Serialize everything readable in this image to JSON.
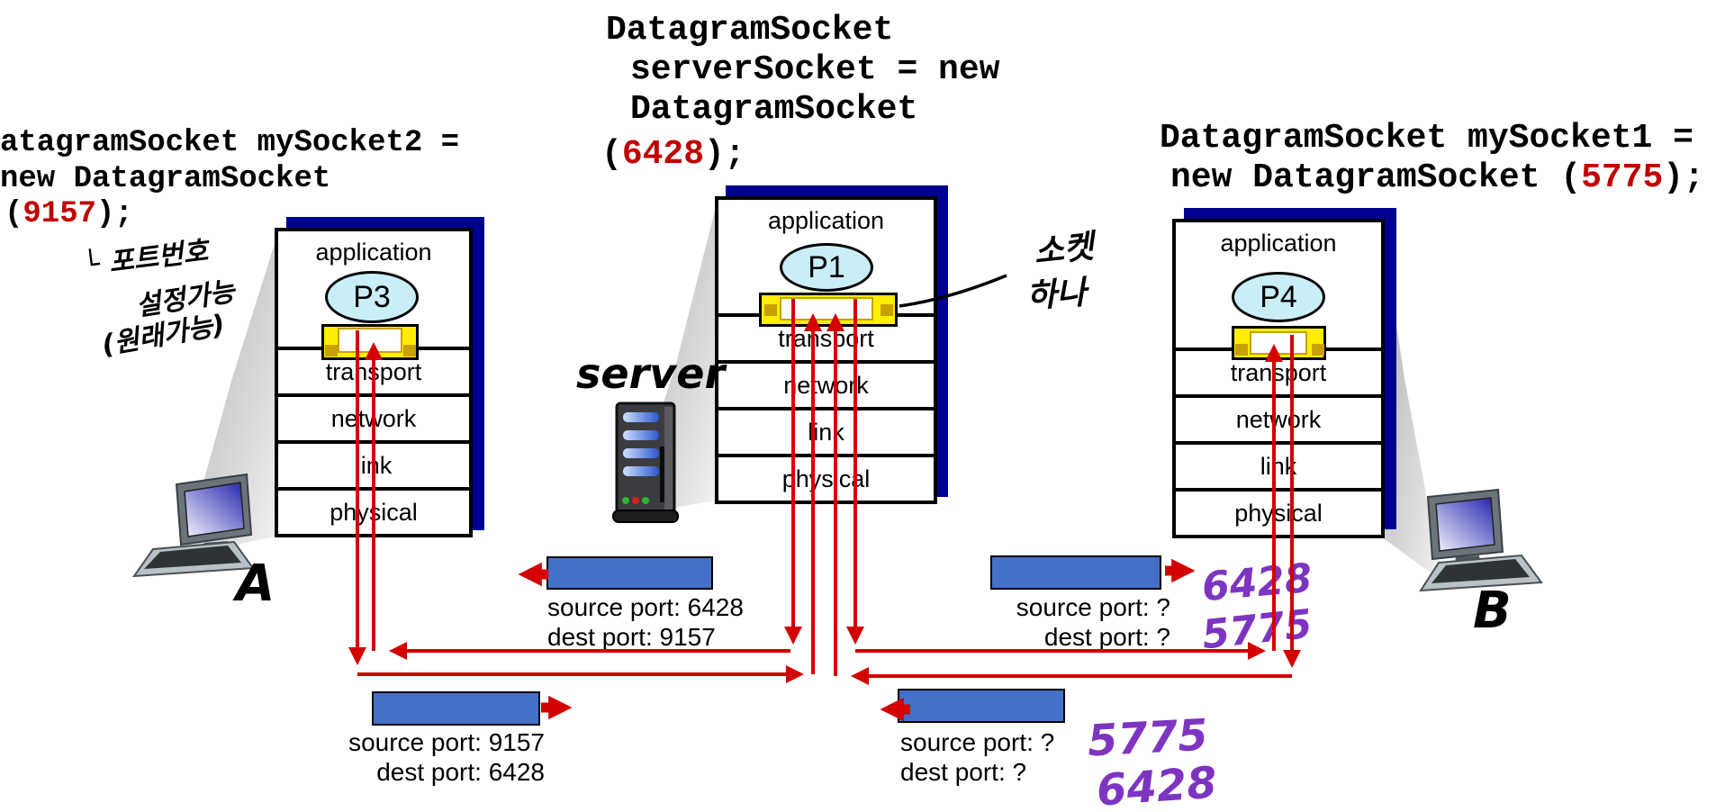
{
  "slide": {
    "code_left": {
      "l1": "atagramSocket mySocket2 =",
      "l2": "new DatagramSocket",
      "l3_open": "(",
      "l3_port": "9157",
      "l3_close": ");"
    },
    "code_center": {
      "l1": "DatagramSocket",
      "l2": "serverSocket = new",
      "l3": "DatagramSocket",
      "l4_open": "(",
      "l4_port": "6428",
      "l4_close": ");"
    },
    "code_right": {
      "l1": "DatagramSocket mySocket1 =",
      "l2_pre": "new DatagramSocket (",
      "l2_port": "5775",
      "l2_close": ");"
    },
    "stacks": {
      "left": {
        "process": "P3",
        "layers": [
          "application",
          "transport",
          "network",
          "link",
          "physical"
        ]
      },
      "center": {
        "process": "P1",
        "layers": [
          "application",
          "transport",
          "network",
          "link",
          "physical"
        ]
      },
      "right": {
        "process": "P4",
        "layers": [
          "application",
          "transport",
          "network",
          "link",
          "physical"
        ]
      }
    },
    "packets": [
      {
        "name": "server-to-A",
        "source": "source port: 6428",
        "dest": "dest port: 9157"
      },
      {
        "name": "server-to-B",
        "source": "source port: ?",
        "dest": "dest port: ?"
      },
      {
        "name": "A-to-server",
        "source": "source port: 9157",
        "dest": "dest port: 6428"
      },
      {
        "name": "B-to-server",
        "source": "source port: ?",
        "dest": "dest port: ?"
      }
    ],
    "hand": {
      "server_label": "server",
      "host_a": "A",
      "host_b": "B",
      "port_note_l1": "└ 포트번호",
      "port_note_l2": "설정가능",
      "port_note_l3": "(원래가능)",
      "socket_note_l1": "소켓",
      "socket_note_l2": "하나",
      "purple_top_1": "6428",
      "purple_top_2": "5775",
      "purple_bottom_1": "5775",
      "purple_bottom_2": "6428"
    },
    "colors": {
      "code_port_red": "#c00000",
      "arrow_red": "#d40000",
      "packet_blue": "#4470c8",
      "stack_shadow_navy": "#000090",
      "socket_yellow": "#ffee00",
      "socket_square": "#c8a000",
      "process_cyan": "#c9eef8",
      "handwriting_purple": "#7d35c1"
    }
  }
}
